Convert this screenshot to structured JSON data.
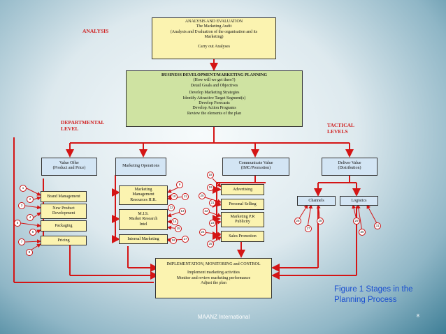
{
  "side_labels": {
    "analysis": "ANALYSIS",
    "departmental": "DEPARTMENTAL",
    "departmental_level": "LEVEL",
    "tactical": "TACTICAL",
    "tactical_levels": "LEVELS"
  },
  "analysis_box": {
    "title": "ANALYSIS AND EVALUATION",
    "line1": "The Marketing Audit",
    "line2": "(Analysis and Evaluation of the organisation and its",
    "line3": "Marketing)",
    "line4": "Carry out Analyses"
  },
  "planning_box": {
    "title": "BUSINESS DEVELOPMENT/MARKETING PLANNING",
    "lines": [
      "(How will we get there?)",
      "Detail Goals and Objectives",
      "",
      "Develop Marketing Strategies",
      "Identify Attractive Target Segment(s)",
      "Develop Forecasts",
      "Develop Action Programs",
      "Review the elements of the plan"
    ]
  },
  "departments": {
    "value_offer": [
      "Value Offer",
      "(Product and Price)"
    ],
    "operations": "Marketing Operations",
    "communicate": [
      "Communicate Value",
      "(IMC/Promotion)"
    ],
    "deliver": [
      "Deliver Value",
      "(Distribution)"
    ]
  },
  "value_items": {
    "brand": "Brand Management",
    "new_product": [
      "New Product",
      "Development"
    ],
    "packaging": "Packaging",
    "pricing": "Pricing"
  },
  "operations_items": {
    "mmhr": [
      "Marketing",
      "Management",
      "Resources H.R."
    ],
    "mis": [
      "M.I.S.",
      "Market Research",
      "Intel"
    ],
    "internal": "Internal Marketing"
  },
  "communicate_items": {
    "advertising": "Advertising",
    "personal_selling": "Personal Selling",
    "marketing_pr": [
      "Marketing P.R",
      "Publicity"
    ],
    "sales_promotion": "Sales Promotion"
  },
  "deliver_items": {
    "channels": "Channels",
    "logistics": "Logistics"
  },
  "implementation_box": {
    "title": "IMPLEMENTATION, MONITORING and CONTROL",
    "lines": [
      "Implement marketing activities",
      "Monitor and review marketing performance",
      "Adjust the plan"
    ]
  },
  "number_circles": [
    "1",
    "2",
    "3",
    "4",
    "5",
    "6",
    "7",
    "8",
    "9",
    "10",
    "11",
    "12",
    "13",
    "14",
    "15",
    "16",
    "17",
    "18",
    "19",
    "20",
    "21",
    "22",
    "23",
    "24",
    "25",
    "26",
    "27",
    "28",
    "29",
    "30",
    "31",
    "32"
  ],
  "caption": [
    "Figure 1 Stages in the",
    "Planning Process"
  ],
  "footer": "MAANZ International",
  "page_number": "8",
  "colors": {
    "arrow": "#d41515",
    "green_box": "#cfe3a2",
    "yellow_box": "#fbf3b0",
    "blue_box": "#d3e5f4",
    "caption": "#1b4fd0"
  }
}
